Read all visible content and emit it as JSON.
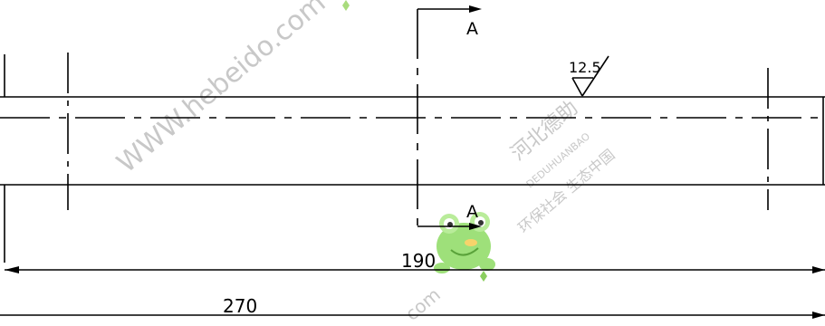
{
  "section_marks": {
    "top_label": "A",
    "bottom_label": "A"
  },
  "surface_finish": {
    "value": "12.5"
  },
  "dimensions": {
    "inner": "190",
    "overall": "270"
  },
  "watermark": {
    "url_main": "WWW.hebeido.com",
    "url_small": "com",
    "company_cn": "河北德助",
    "company_pinyin": "DEDUHUANBAO",
    "slogan_cn": "环保社会  生态中国"
  }
}
